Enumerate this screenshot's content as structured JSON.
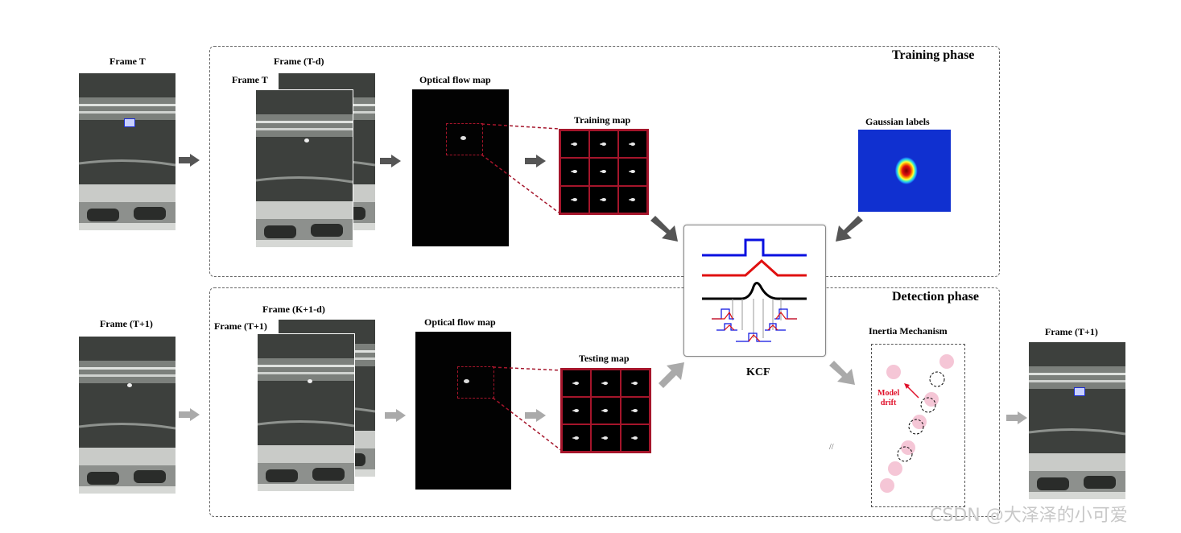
{
  "phases": {
    "training": "Training  phase",
    "detection": "Detection phase"
  },
  "labels": {
    "frame_t": "Frame T",
    "frame_t_d": "Frame (T-d)",
    "frame_t_inner": "Frame T",
    "optical_flow_top": "Optical flow map",
    "training_map": "Training map",
    "gaussian_labels": "Gaussian labels",
    "frame_t1_left": "Frame (T+1)",
    "frame_k1d": "Frame (K+1-d)",
    "frame_t1_inner": "Frame (T+1)",
    "optical_flow_bottom": "Optical flow map",
    "testing_map": "Testing map",
    "kcf": "KCF",
    "inertia": "Inertia Mechanism",
    "model_drift": "Model\ndrift",
    "frame_t1_right": "Frame (T+1)",
    "stray_mark": "//"
  },
  "colors": {
    "grid_border": "#a5152b",
    "arrow_dark": "#555555",
    "arrow_light": "#aaaaaa",
    "target_box": "#1f2fd0",
    "drift_red": "#e0102a",
    "pink_circle": "#f5c6d6"
  },
  "watermark": "CSDN @大泽泽的小可爱"
}
